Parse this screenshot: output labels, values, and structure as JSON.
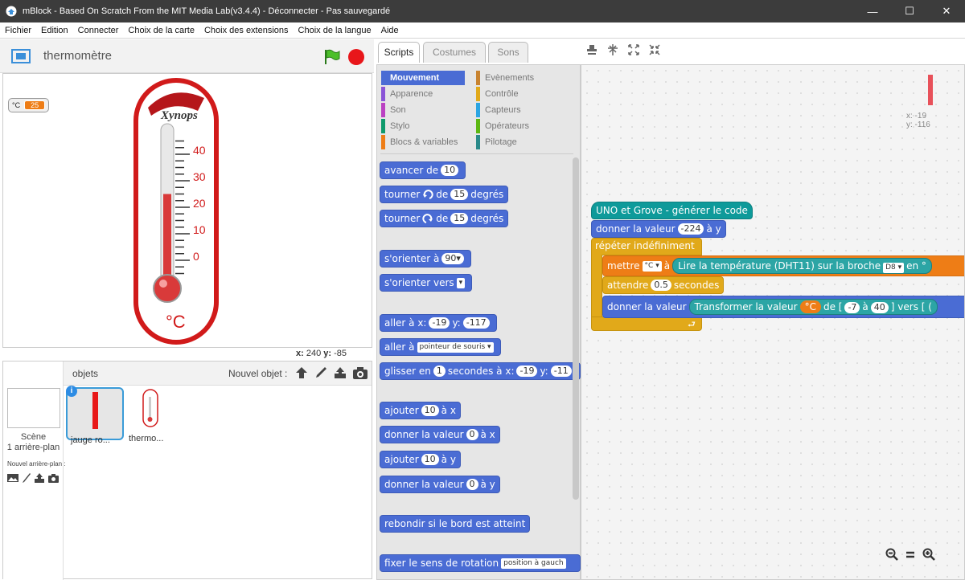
{
  "window": {
    "title": "mBlock - Based On Scratch From the MIT Media Lab(v3.4.4) - Déconnecter - Pas sauvegardé",
    "minimize": "—",
    "maximize": "☐",
    "close": "✕"
  },
  "menu": [
    "Fichier",
    "Edition",
    "Connecter",
    "Choix de la carte",
    "Choix des extensions",
    "Choix de la langue",
    "Aide"
  ],
  "stage": {
    "sprite_name": "thermomètre",
    "monitor_label": "°C",
    "monitor_value": "25",
    "scale_labels": [
      "40",
      "30",
      "20",
      "10",
      "0"
    ],
    "thermo_unit": "°C",
    "brand": "Xynops",
    "mercury_level_c": 25,
    "coords_x_label": "x:",
    "coords_x": "240",
    "coords_y_label": "y:",
    "coords_y": "-85"
  },
  "sprites": {
    "objets_label": "objets",
    "new_object_label": "Nouvel objet :",
    "scene_label": "Scène",
    "scene_sub": "1 arrière-plan",
    "new_backdrop_label": "Nouvel arrière-plan :",
    "items": [
      {
        "name": "jauge ro..."
      },
      {
        "name": "thermo..."
      }
    ],
    "info_badge": "i"
  },
  "tabs": [
    "Scripts",
    "Costumes",
    "Sons"
  ],
  "categories": [
    {
      "label": "Mouvement",
      "color": "#4a6cd4"
    },
    {
      "label": "Evènements",
      "color": "#c88330"
    },
    {
      "label": "Apparence",
      "color": "#8a55d7"
    },
    {
      "label": "Contrôle",
      "color": "#e1a91a"
    },
    {
      "label": "Son",
      "color": "#bb42c3"
    },
    {
      "label": "Capteurs",
      "color": "#2ca5e2"
    },
    {
      "label": "Stylo",
      "color": "#0e9a6c"
    },
    {
      "label": "Opérateurs",
      "color": "#5cb712"
    },
    {
      "label": "Blocs & variables",
      "color": "#ee7d16"
    },
    {
      "label": "Pilotage",
      "color": "#2a8a8a"
    }
  ],
  "palette_blocks": {
    "b1": {
      "a": "avancer de",
      "v": "10"
    },
    "b2": {
      "a": "tourner",
      "b": "de",
      "v": "15",
      "c": "degrés"
    },
    "b3": {
      "a": "tourner",
      "b": "de",
      "v": "15",
      "c": "degrés"
    },
    "b4": {
      "a": "s'orienter à",
      "v": "90▾"
    },
    "b5": {
      "a": "s'orienter vers",
      "v": "▾"
    },
    "b6": {
      "a": "aller à x:",
      "v1": "-19",
      "b": "y:",
      "v2": "-117"
    },
    "b7": {
      "a": "aller à",
      "v": "pointeur de souris ▾"
    },
    "b8": {
      "a": "glisser en",
      "v1": "1",
      "b": "secondes à x:",
      "v2": "-19",
      "c": "y:",
      "v3": "-11"
    },
    "b9": {
      "a": "ajouter",
      "v": "10",
      "b": "à x"
    },
    "b10": {
      "a": "donner la valeur",
      "v": "0",
      "b": "à x"
    },
    "b11": {
      "a": "ajouter",
      "v": "10",
      "b": "à y"
    },
    "b12": {
      "a": "donner la valeur",
      "v": "0",
      "b": "à y"
    },
    "b13": {
      "a": "rebondir si le bord est atteint"
    },
    "b14": {
      "a": "fixer le sens de rotation",
      "v": "position à gauch"
    }
  },
  "script": {
    "hat": "UNO et Grove - générer le code",
    "set_y": {
      "a": "donner la valeur",
      "v": "-224",
      "b": "à y"
    },
    "forever": "répéter indéfiniment",
    "set_var": {
      "a": "mettre",
      "v": "°C ▾",
      "b": "à",
      "c": "Lire la température (DHT11) sur la broche",
      "pin": "D8 ▾",
      "d": "en °"
    },
    "wait": {
      "a": "attendre",
      "v": "0.5",
      "b": "secondes"
    },
    "set_val": {
      "a": "donner la valeur",
      "b": "Transformer la valeur",
      "var": "°C",
      "c": "de [",
      "v1": "-7",
      "d": "à",
      "v2": "40",
      "e": "] vers [ ("
    },
    "end_arrow": "⮐"
  },
  "script_area": {
    "sprite_x": "x: -19",
    "sprite_y": "y: -116"
  }
}
